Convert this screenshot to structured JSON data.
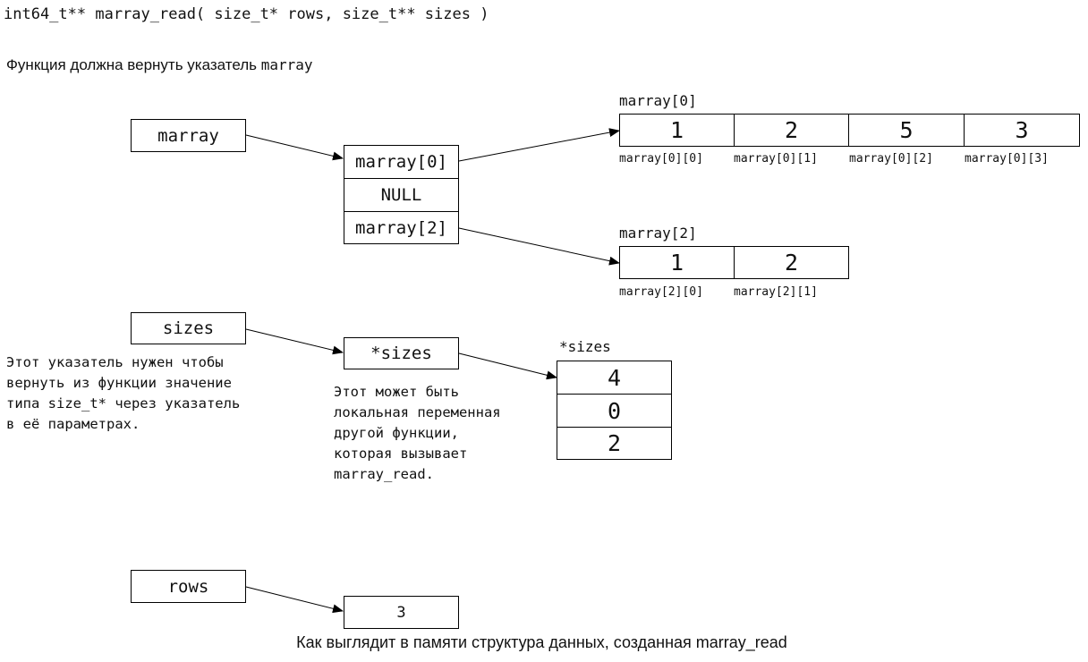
{
  "signature": "int64_t** marray_read( size_t* rows, size_t** sizes )",
  "intro": {
    "text": "Функция должна вернуть указатель",
    "mono": "marray"
  },
  "pointers": {
    "marray": "marray",
    "sizes": "sizes",
    "rows": "rows"
  },
  "row_table": [
    "marray[0]",
    "NULL",
    "marray[2]"
  ],
  "row0": {
    "title": "marray[0]",
    "values": [
      "1",
      "2",
      "5",
      "3"
    ],
    "indices": [
      "marray[0][0]",
      "marray[0][1]",
      "marray[0][2]",
      "marray[0][3]"
    ]
  },
  "row2": {
    "title": "marray[2]",
    "values": [
      "1",
      "2"
    ],
    "indices": [
      "marray[2][0]",
      "marray[2][1]"
    ]
  },
  "sizes_ptr": "*sizes",
  "sizes_array": {
    "title": "*sizes",
    "values": [
      "4",
      "0",
      "2"
    ]
  },
  "rows_value": "3",
  "notes": {
    "sizes_note": [
      "Этот указатель нужен чтобы",
      "вернуть из функции значение",
      "типа size_t* через указатель",
      "в её параметрах."
    ],
    "local_note": [
      "Этот может быть",
      "локальная переменная",
      "другой функции,",
      "которая вызывает",
      "marray_read."
    ]
  },
  "caption": "Как выглядит в памяти структура данных, созданная marray_read"
}
